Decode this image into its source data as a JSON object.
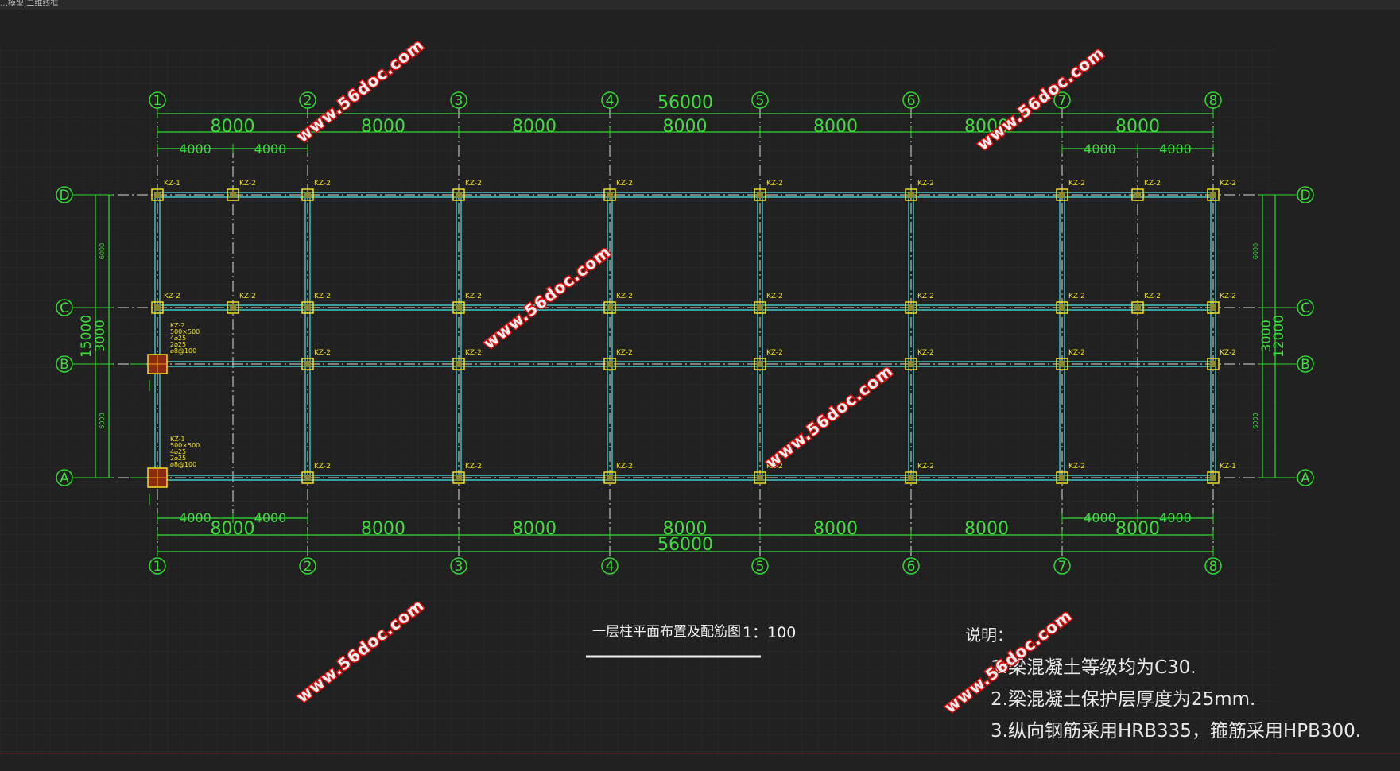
{
  "window": {
    "tab_label": "…模型|二维线框"
  },
  "axes": {
    "numbers": [
      "1",
      "2",
      "3",
      "4",
      "5",
      "6",
      "7",
      "8"
    ],
    "letters": [
      "A",
      "B",
      "C",
      "D"
    ]
  },
  "dimensions": {
    "overall_x": "56000",
    "bay_x": [
      "8000",
      "8000",
      "8000",
      "8000",
      "8000",
      "8000",
      "8000"
    ],
    "half_bay": "4000",
    "left_overall_y": "15000",
    "left_mid": "3000",
    "right_overall_y": "12000",
    "right_mid": "3000",
    "small_6000": "6000"
  },
  "columns": {
    "labels": {
      "D": [
        "KZ-1",
        "KZ-2",
        "KZ-2",
        "KZ-2",
        "KZ-2",
        "KZ-2",
        "KZ-2",
        "KZ-2",
        "KZ-2",
        "KZ-2"
      ],
      "C": [
        "KZ-2",
        "KZ-2",
        "KZ-2",
        "KZ-2",
        "KZ-2",
        "KZ-2",
        "KZ-2",
        "KZ-2",
        "KZ-2",
        "KZ-2"
      ],
      "B": [
        "KZ-2",
        "KZ-2",
        "KZ-2",
        "KZ-2",
        "KZ-2",
        "KZ-2",
        "KZ-2"
      ],
      "A": [
        "KZ-2",
        "KZ-2",
        "KZ-2",
        "KZ-2",
        "KZ-2",
        "KZ-2",
        "KZ-1"
      ]
    },
    "detail_B": [
      "KZ-2",
      "500×500",
      "4⌀25",
      "2⌀25",
      "⌀8@100"
    ],
    "detail_A": [
      "KZ-1",
      "500×500",
      "4⌀25",
      "2⌀25",
      "⌀8@100"
    ]
  },
  "title": {
    "text": "一层柱平面布置及配筋图",
    "scale": "1：100"
  },
  "notes": {
    "heading": "说明：",
    "items": [
      "1.梁混凝土等级均为C30.",
      "2.梁混凝土保护层厚度为25mm.",
      "3.纵向钢筋采用HRB335，箍筋采用HPB300."
    ]
  },
  "watermark": "www.56doc.com",
  "colors": {
    "background": "#212121",
    "dim": "#3fdc3f",
    "beam": "#40c8c8",
    "column": "#f0e020",
    "text": "#f0f0f0",
    "watermark_stroke": "#e01010"
  }
}
